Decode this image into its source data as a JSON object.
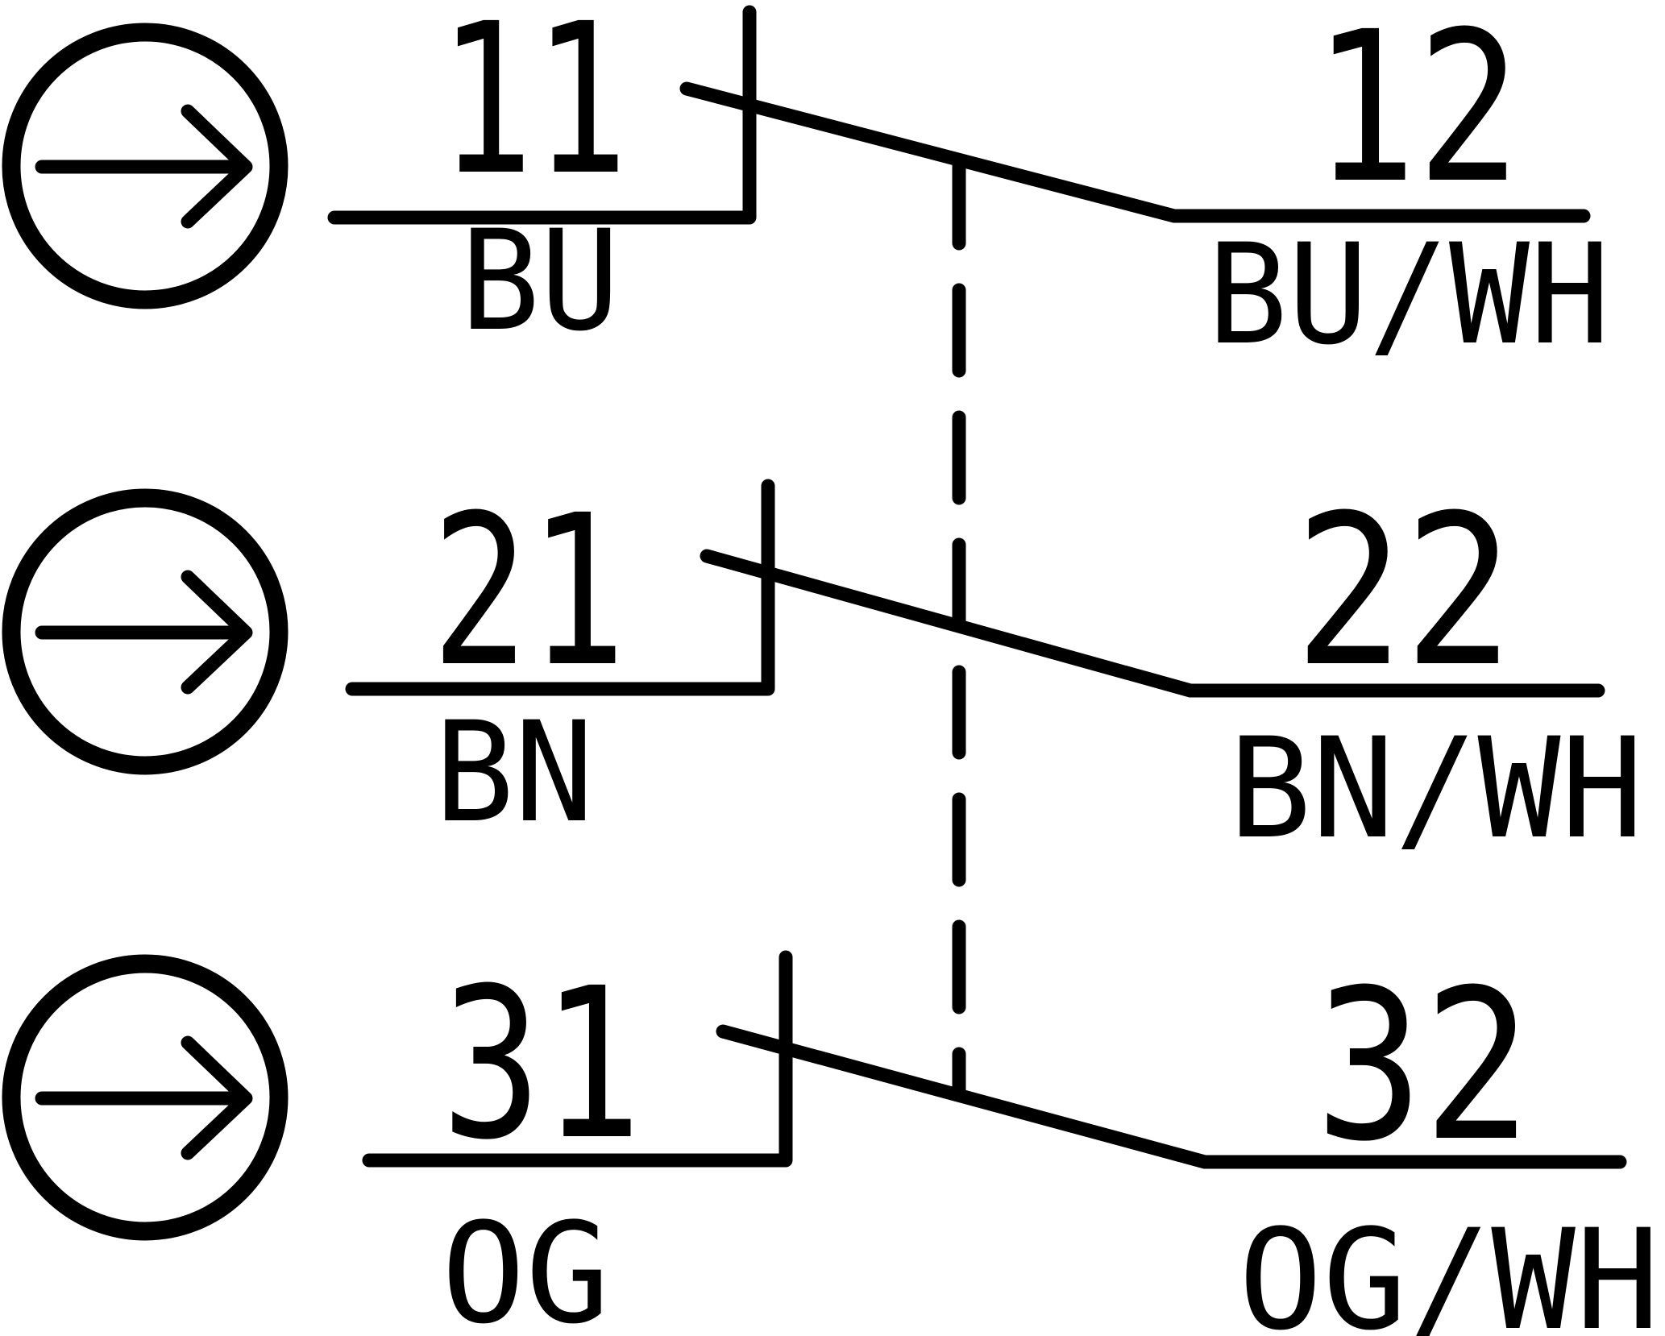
{
  "diagram": {
    "kind": "switch-contact-wiring-diagram",
    "colors": {
      "line": "#000000",
      "background": "#ffffff"
    },
    "linkage_style": "dashed-vertical-line",
    "icons": {
      "actuator": "arrow-right-in-circle-icon"
    },
    "rows": [
      {
        "left_terminal": "11",
        "left_wire_color": "BU",
        "right_terminal": "12",
        "right_wire_color": "BU/WH"
      },
      {
        "left_terminal": "21",
        "left_wire_color": "BN",
        "right_terminal": "22",
        "right_wire_color": "BN/WH"
      },
      {
        "left_terminal": "31",
        "left_wire_color": "OG",
        "right_terminal": "32",
        "right_wire_color": "OG/WH"
      }
    ]
  }
}
